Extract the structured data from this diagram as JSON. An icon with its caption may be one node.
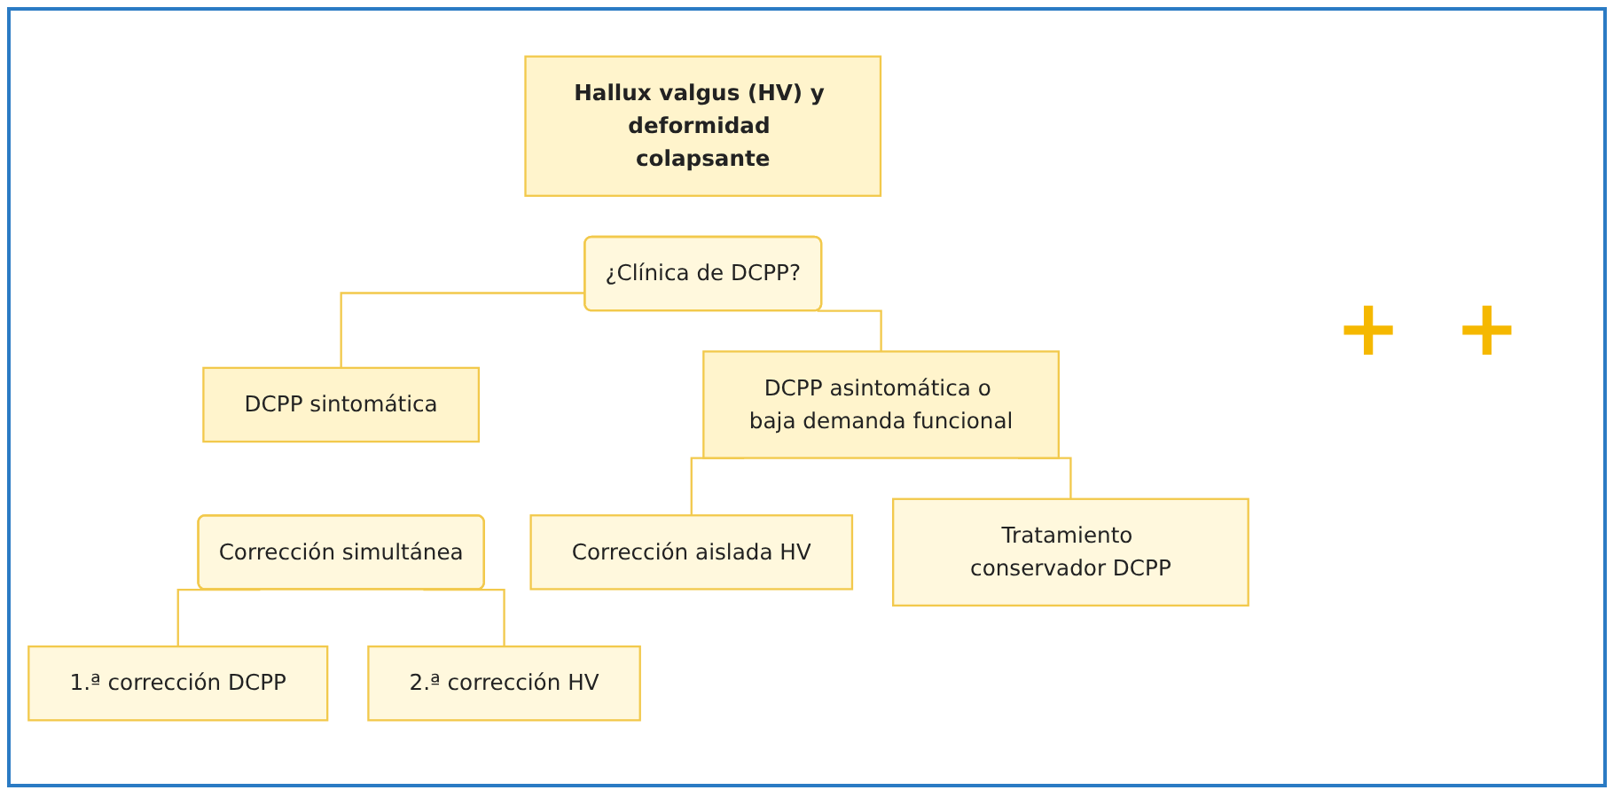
{
  "diagram": {
    "nodes": [
      {
        "text": [
          "Hallux valgus (HV) y deformidad colapsante"
        ]
      },
      {
        "text": [
          "¿Clínica de DCPP?"
        ]
      },
      {
        "text": [
          "DCPP sintomática"
        ]
      },
      {
        "text": [
          "DCPP asintomática o baja demanda funcional"
        ]
      },
      {
        "text": [
          "Corrección simultánea"
        ]
      },
      {
        "text": [
          "1.ª corrección DCPP"
        ]
      },
      {
        "text": [
          "2.ª corrección HV"
        ]
      },
      {
        "text": [
          "Corrección aislada HV"
        ]
      },
      {
        "text": [
          "Tratamiento conservador DCPP"
        ]
      }
    ],
    "edges": [
      {
        "from": 1,
        "to": 2,
        "arrow": "none"
      },
      {
        "from": 1,
        "to": 3,
        "arrow": "none"
      },
      {
        "from": 4,
        "to": 5,
        "arrow": "none"
      },
      {
        "from": 4,
        "to": 6,
        "arrow": "none"
      },
      {
        "from": 3,
        "to": 7,
        "arrow": "none"
      },
      {
        "from": 3,
        "to": 8,
        "arrow": "none"
      }
    ],
    "labels": [
      "+",
      "+"
    ]
  }
}
